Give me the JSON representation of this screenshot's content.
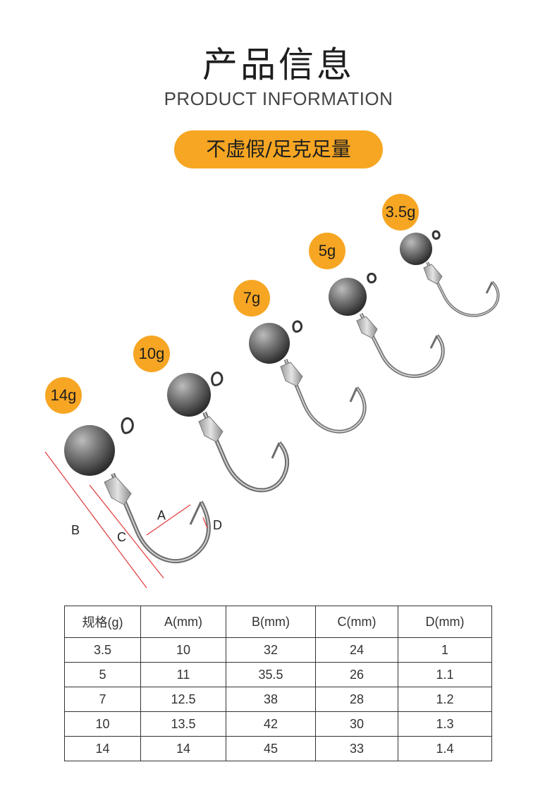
{
  "header": {
    "title_cn": "产品信息",
    "title_en": "PRODUCT INFORMATION",
    "tagline": "不虚假/足克足量"
  },
  "weights": [
    "3.5g",
    "5g",
    "7g",
    "10g",
    "14g"
  ],
  "dimension_labels": {
    "a": "A",
    "b": "B",
    "c": "C",
    "d": "D"
  },
  "colors": {
    "accent": "#f6a623",
    "measure_line": "#e23a3a"
  },
  "spec_table": {
    "headers": [
      "规格(g)",
      "A(mm)",
      "B(mm)",
      "C(mm)",
      "D(mm)"
    ],
    "rows": [
      [
        "3.5",
        "10",
        "32",
        "24",
        "1"
      ],
      [
        "5",
        "11",
        "35.5",
        "26",
        "1.1"
      ],
      [
        "7",
        "12.5",
        "38",
        "28",
        "1.2"
      ],
      [
        "10",
        "13.5",
        "42",
        "30",
        "1.3"
      ],
      [
        "14",
        "14",
        "45",
        "33",
        "1.4"
      ]
    ]
  }
}
